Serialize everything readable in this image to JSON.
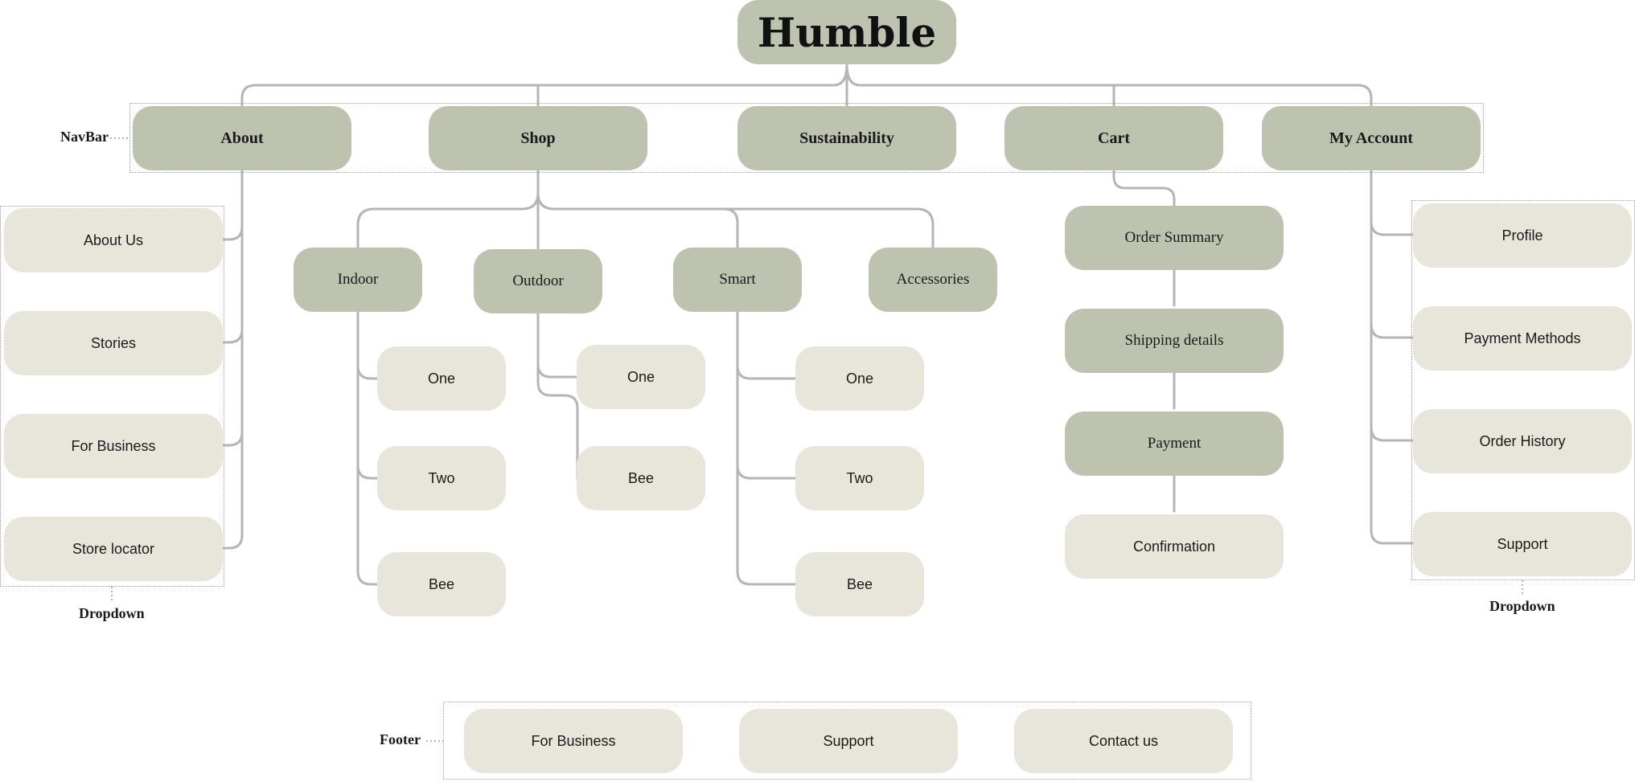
{
  "title": "Humble",
  "nav": {
    "caption": "NavBar",
    "items": [
      "About",
      "Shop",
      "Sustainability",
      "Cart",
      "My Account"
    ]
  },
  "about": {
    "items": [
      "About Us",
      "Stories",
      "For Business",
      "Store locator"
    ],
    "caption": "Dropdown"
  },
  "shop": {
    "categories": [
      "Indoor",
      "Outdoor",
      "Smart",
      "Accessories"
    ],
    "indoor": [
      "One",
      "Two",
      "Bee"
    ],
    "outdoor": [
      "One",
      "Bee"
    ],
    "smart": [
      "One",
      "Two",
      "Bee"
    ]
  },
  "cart": {
    "steps": [
      "Order Summary",
      "Shipping details",
      "Payment",
      "Confirmation"
    ]
  },
  "account": {
    "items": [
      "Profile",
      "Payment Methods",
      "Order History",
      "Support"
    ],
    "caption": "Dropdown"
  },
  "footer": {
    "caption": "Footer",
    "items": [
      "For Business",
      "Support",
      "Contact us"
    ]
  },
  "colors": {
    "primary_node": "#bec3b0",
    "secondary_node": "#e8e5db",
    "connector": "#b5b5b5"
  }
}
